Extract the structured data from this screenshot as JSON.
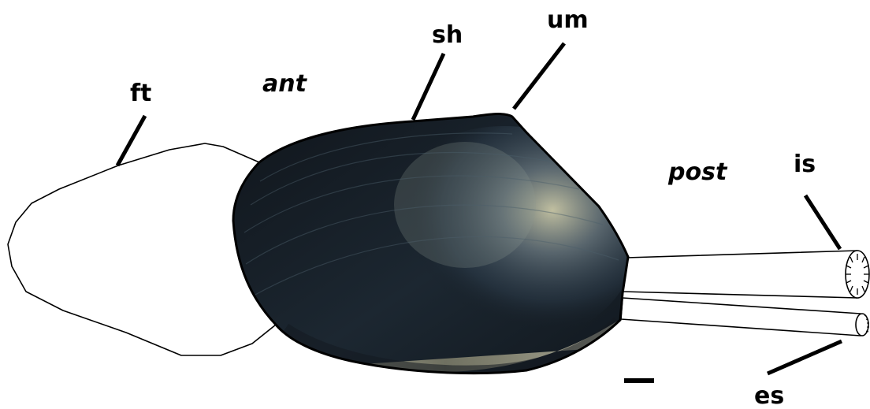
{
  "labels": {
    "foot": "ft",
    "anterior": "ant",
    "shell": "sh",
    "umbo": "um",
    "posterior": "post",
    "incurrent_siphon": "is",
    "excurrent_siphon": "es"
  },
  "colors": {
    "outline": "#000000",
    "background": "#ffffff",
    "shell_dark": "#141a20",
    "shell_mid": "#37495a",
    "shell_light": "#c9c7a6",
    "shell_edge": "#dcd9bf"
  }
}
